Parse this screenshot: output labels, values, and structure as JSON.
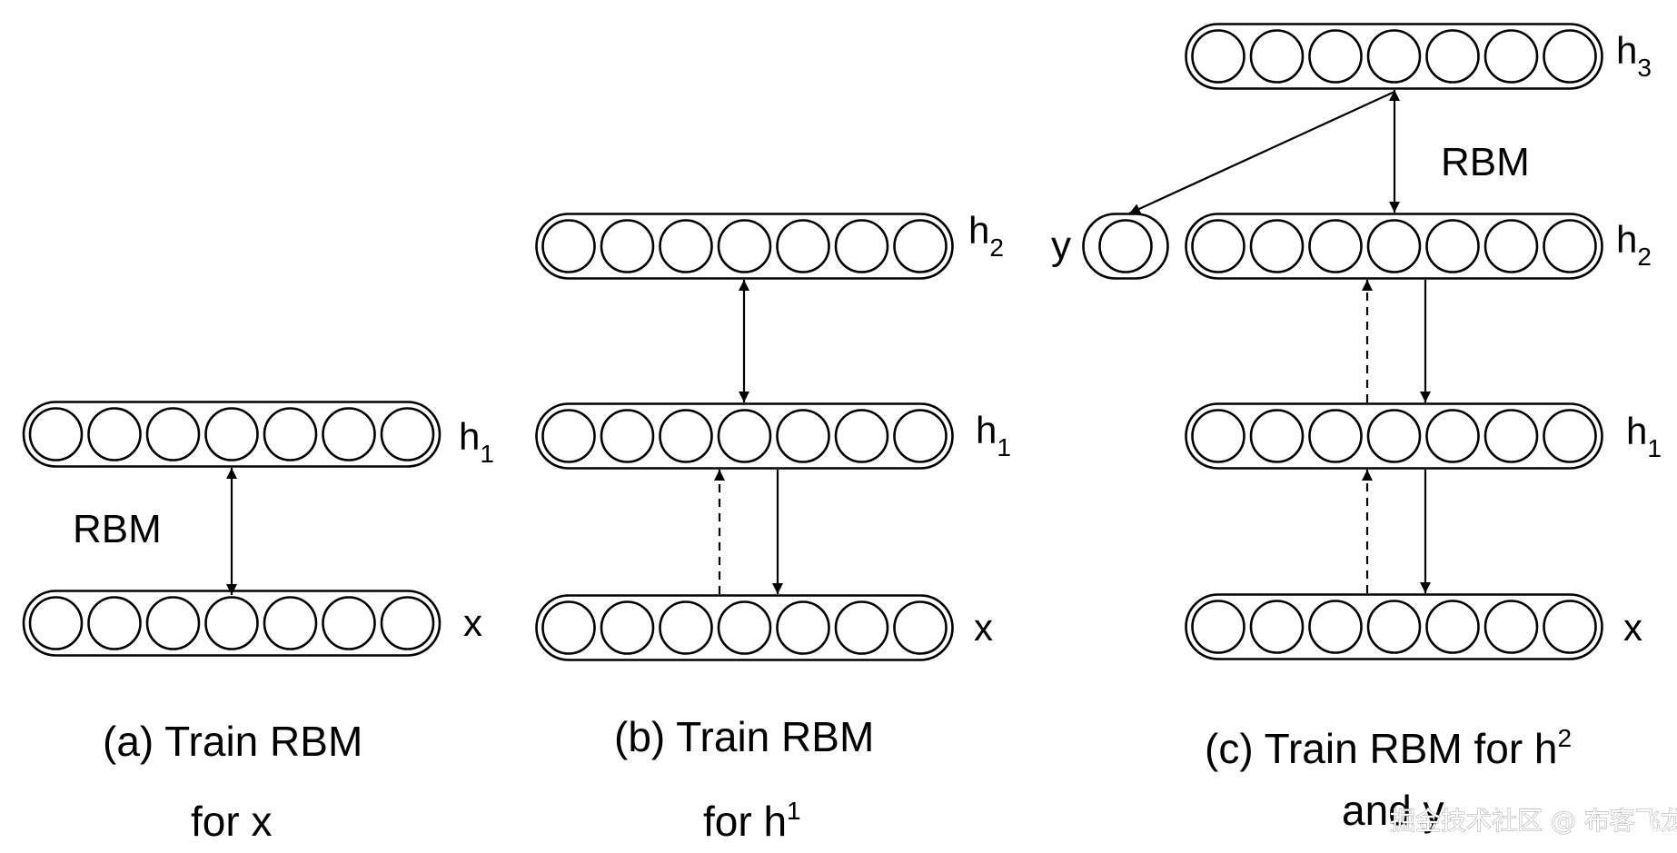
{
  "diagram": {
    "title": "Greedy layer-wise training of a Deep Belief Network with RBMs",
    "units_per_layer": 7,
    "panels": [
      {
        "id": "a",
        "caption_line1": "(a) Train RBM",
        "caption_line2": "for x",
        "rbm_label": "RBM",
        "layers": [
          {
            "name": "h",
            "sub": "1"
          },
          {
            "name": "x",
            "sub": ""
          }
        ]
      },
      {
        "id": "b",
        "caption_line1": "(b) Train RBM",
        "caption_line2_base": "for h",
        "caption_line2_sup": "1",
        "layers": [
          {
            "name": "h",
            "sub": "2"
          },
          {
            "name": "h",
            "sub": "1"
          },
          {
            "name": "x",
            "sub": ""
          }
        ]
      },
      {
        "id": "c",
        "caption_line1_base": "(c) Train RBM for h",
        "caption_line1_sup": "2",
        "caption_line2": "and y",
        "rbm_label": "RBM",
        "label_y": "y",
        "layers": [
          {
            "name": "h",
            "sub": "3"
          },
          {
            "name": "h",
            "sub": "2"
          },
          {
            "name": "h",
            "sub": "1"
          },
          {
            "name": "x",
            "sub": ""
          }
        ]
      }
    ],
    "watermark": "掘金技术社区 @ 布客飞龙"
  },
  "colors": {
    "stroke": "#000000",
    "background": "#ffffff"
  }
}
